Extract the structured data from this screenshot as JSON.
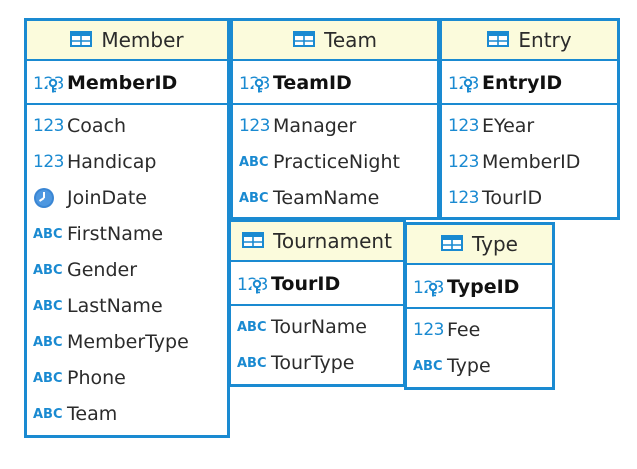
{
  "colors": {
    "border": "#1a8ad1",
    "header_bg": "#fbfbdc",
    "icon": "#1a8ad1"
  },
  "icon_glyphs": {
    "number": "123",
    "text": "ABC",
    "key": "123"
  },
  "entities": {
    "member": {
      "title": "Member",
      "primary_key": {
        "name": "MemberID",
        "icon": "primary-key-icon"
      },
      "columns": [
        {
          "name": "Coach",
          "icon": "number-icon"
        },
        {
          "name": "Handicap",
          "icon": "number-icon"
        },
        {
          "name": "JoinDate",
          "icon": "clock-icon"
        },
        {
          "name": "FirstName",
          "icon": "text-icon"
        },
        {
          "name": "Gender",
          "icon": "text-icon"
        },
        {
          "name": "LastName",
          "icon": "text-icon"
        },
        {
          "name": "MemberType",
          "icon": "text-icon"
        },
        {
          "name": "Phone",
          "icon": "text-icon"
        },
        {
          "name": "Team",
          "icon": "text-icon"
        }
      ]
    },
    "team": {
      "title": "Team",
      "primary_key": {
        "name": "TeamID",
        "icon": "primary-key-icon"
      },
      "columns": [
        {
          "name": "Manager",
          "icon": "number-icon"
        },
        {
          "name": "PracticeNight",
          "icon": "text-icon"
        },
        {
          "name": "TeamName",
          "icon": "text-icon"
        }
      ]
    },
    "entry": {
      "title": "Entry",
      "primary_key": {
        "name": "EntryID",
        "icon": "primary-key-icon"
      },
      "columns": [
        {
          "name": "EYear",
          "icon": "number-icon"
        },
        {
          "name": "MemberID",
          "icon": "number-icon"
        },
        {
          "name": "TourID",
          "icon": "number-icon"
        }
      ]
    },
    "tournament": {
      "title": "Tournament",
      "primary_key": {
        "name": "TourID",
        "icon": "primary-key-icon"
      },
      "columns": [
        {
          "name": "TourName",
          "icon": "text-icon"
        },
        {
          "name": "TourType",
          "icon": "text-icon"
        }
      ]
    },
    "type": {
      "title": "Type",
      "primary_key": {
        "name": "TypeID",
        "icon": "primary-key-icon"
      },
      "columns": [
        {
          "name": "Fee",
          "icon": "number-icon"
        },
        {
          "name": "Type",
          "icon": "text-icon"
        }
      ]
    }
  }
}
